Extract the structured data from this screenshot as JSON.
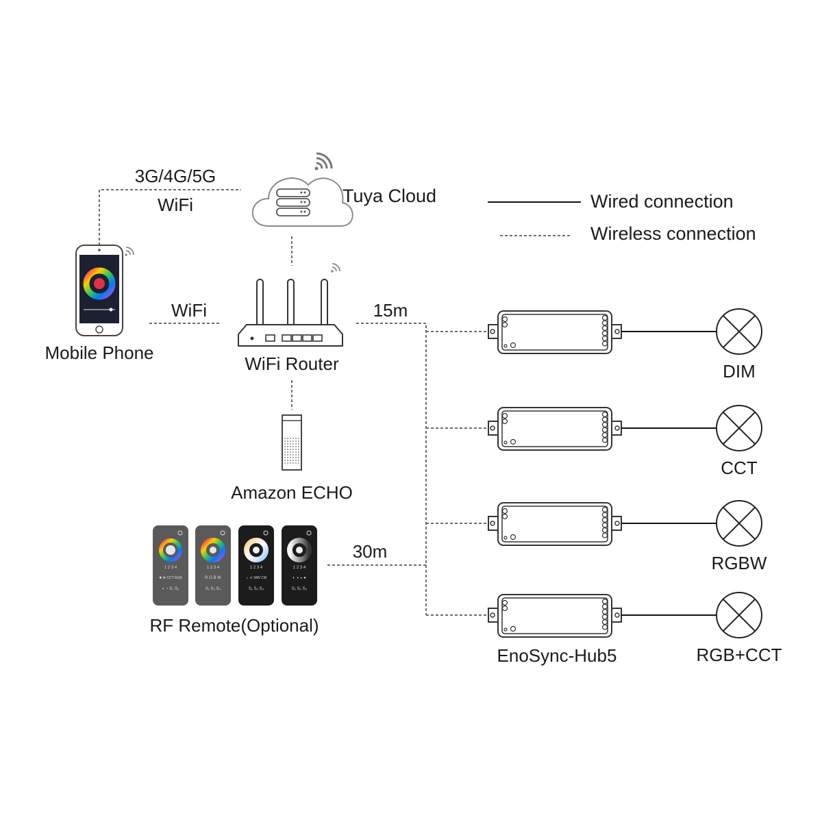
{
  "labels": {
    "network": "3G/4G/5G",
    "wifi_top": "WiFi",
    "cloud": "Tuya Cloud",
    "wifi_mid": "WiFi",
    "phone": "Mobile Phone",
    "router": "WiFi Router",
    "echo": "Amazon ECHO",
    "remote": "RF Remote(Optional)",
    "distance_router": "15m",
    "distance_remote": "30m",
    "hub": "EnoSync-Hub5"
  },
  "legend": {
    "wired": "Wired connection",
    "wireless": "Wireless connection"
  },
  "lamps": [
    "DIM",
    "CCT",
    "RGBW",
    "RGB+CCT"
  ],
  "remote_buttons": [
    [
      "1",
      "2",
      "3",
      "4"
    ]
  ],
  "remote_labels": [
    [
      "✱",
      "❋",
      "CCT",
      "RGB"
    ],
    [
      "R",
      "G",
      "B",
      "W"
    ],
    [
      "☼",
      "☀",
      "WW",
      "CW"
    ]
  ],
  "scene_buttons": [
    "S1",
    "S2",
    "S3"
  ],
  "icons": [
    "cloud-icon",
    "server-icon",
    "wifi-signal-icon",
    "router-icon",
    "phone-icon",
    "echo-speaker-icon",
    "remote-icon",
    "hub-controller-icon",
    "lamp-icon"
  ],
  "colors": {
    "line": "#111111",
    "dash": "#6b6b6b",
    "remote_gray": "#5a5a5a",
    "remote_black": "#1c1c1c"
  }
}
